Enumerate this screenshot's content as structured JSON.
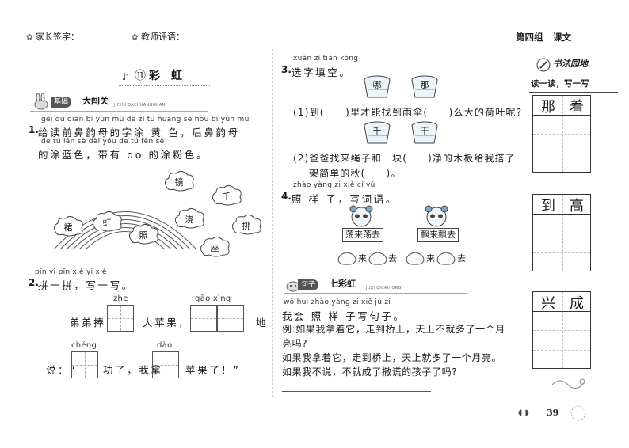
{
  "header": {
    "parent_sign_icon": "clover-icon",
    "parent_sign_label": "家长签字：",
    "teacher_comment_icon": "clover-icon",
    "teacher_comment_label": "教师评语：",
    "group_title": "第四组",
    "section_title": "课文"
  },
  "lesson": {
    "icon": "music-note-icon",
    "number": "⑪",
    "title": "彩　虹"
  },
  "basics": {
    "tag_label": "基础",
    "tag_title": "大闯关",
    "tag_pinyin": "JICHU DACHUANGGUAN",
    "q1_pinyin_line1": "gěi dú qián bí yùn mǔ de zì tú huáng sè   hòu bí yùn mǔ",
    "q1_number": "1.",
    "q1_text_line1": "给读前鼻韵母的字涂 黄 色，后鼻韵母",
    "q1_pinyin_line2": "de tú lán sè  dài yǒu   de tú fěn sè",
    "q1_text_line2": "的涂蓝色，带有 ɑo 的涂粉色。",
    "clouds": [
      "镜",
      "千",
      "浇",
      "挑",
      "座",
      "裙",
      "虹",
      "照"
    ]
  },
  "q2": {
    "pinyin": "pīn yi pīn xiě yi xiě",
    "number": "2.",
    "title": "拼一拼，写一写。",
    "py_zhe": "zhe",
    "py_gao_xing": "gāo  xìng",
    "line1_a": "弟弟捧",
    "line1_b": "大苹果，",
    "line1_c": "地",
    "py_cheng": "chéng",
    "py_dao": "dào",
    "line2_a": "说：“",
    "line2_b": "功了，我拿",
    "line2_c": "苹果了！”"
  },
  "q3": {
    "pinyin": "xuǎn zì tián kòng",
    "number": "3.",
    "title": "选字填空。",
    "baskets1": [
      "哪",
      "那"
    ],
    "line1": "(1)到(　　)里才能找到雨伞(　　)么大的荷叶呢?",
    "baskets2": [
      "千",
      "干"
    ],
    "line2a": "(2)爸爸找来绳子和一块(　　)净的木板给我搭了一",
    "line2b": "架简单的秋(　　)。"
  },
  "q4": {
    "pinyin": "zhào yàng zi   xiě cí yǔ",
    "number": "4.",
    "title": "照 样 子，写词语。",
    "example1": "荡来荡去",
    "example2": "飘来飘去",
    "lai": "来",
    "qu": "去"
  },
  "sentence": {
    "tag_label": "句子",
    "tag_title": "七彩虹",
    "tag_pinyin": "JUZI QICAIHONG",
    "pinyin": "wǒ huì zhào yàng zi xiě jù zi",
    "title": "我会 照 样 子写句子。",
    "example_a": "例:如果我拿着它，走到桥上，天上不就多了一个月",
    "example_b": "亮吗?",
    "example_c": "如果我拿着它，走到桥上，天上就多了一个月亮。",
    "question": "如果我不说，不就成了撒谎的孩子了吗?"
  },
  "sidebar": {
    "title": "书法园地",
    "subtitle": "读一读，写一写",
    "pairs": [
      [
        "那",
        "着"
      ],
      [
        "到",
        "高"
      ],
      [
        "兴",
        "成"
      ]
    ]
  },
  "footer": {
    "page_number": "39"
  }
}
